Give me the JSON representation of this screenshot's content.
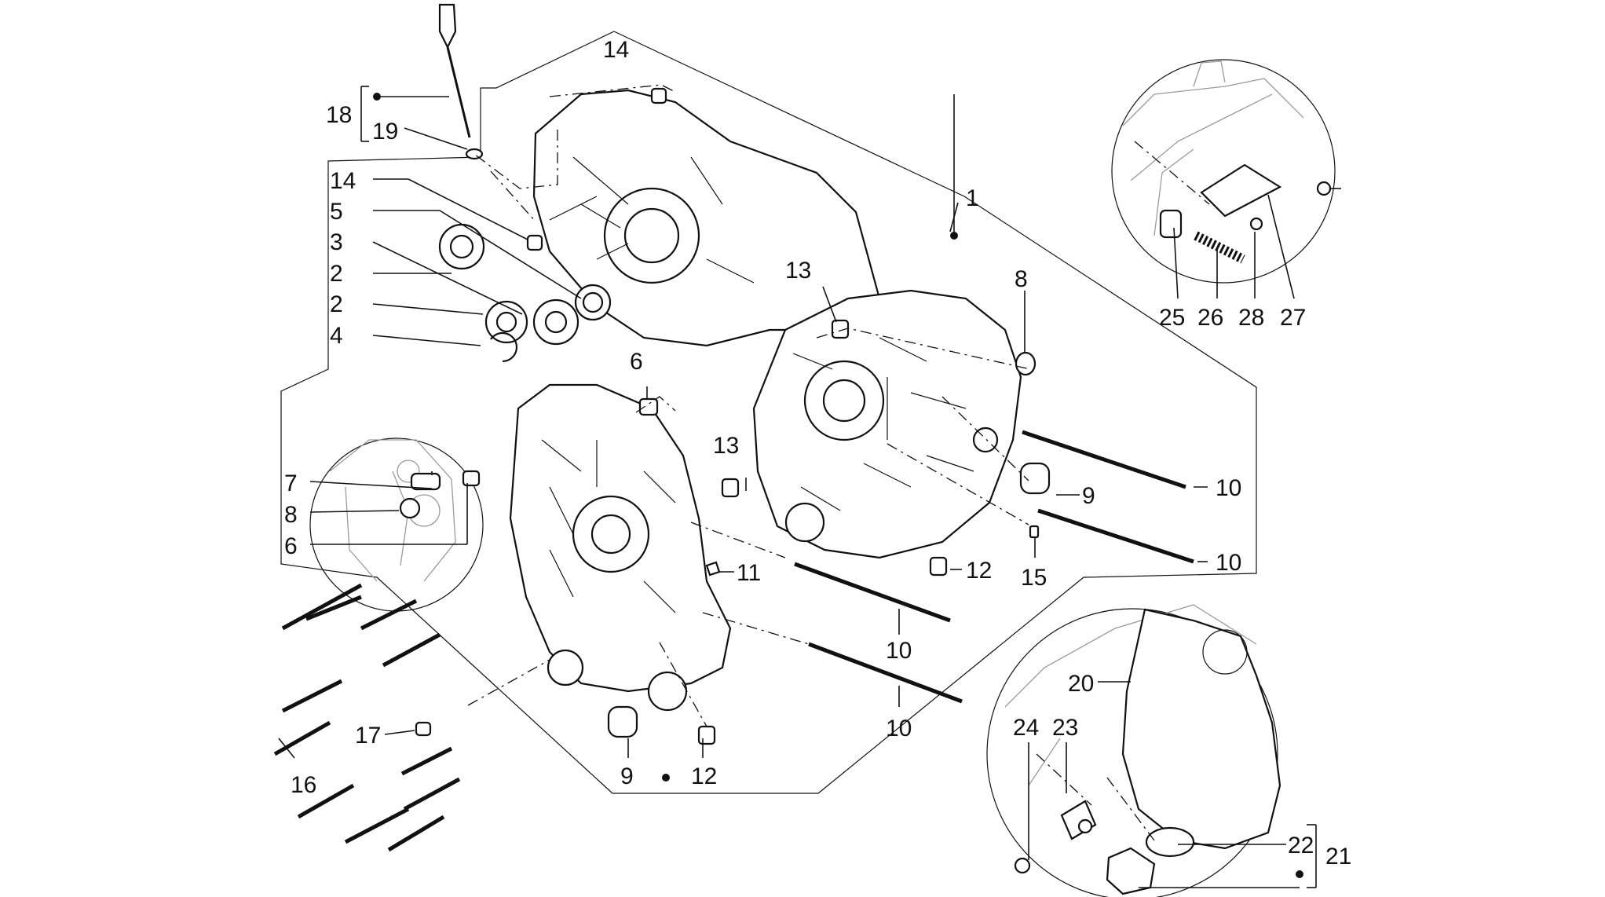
{
  "callouts": [
    {
      "id": "c1",
      "text": "1"
    },
    {
      "id": "c2a",
      "text": "2"
    },
    {
      "id": "c2b",
      "text": "2"
    },
    {
      "id": "c3",
      "text": "3"
    },
    {
      "id": "c4",
      "text": "4"
    },
    {
      "id": "c5",
      "text": "5"
    },
    {
      "id": "c6a",
      "text": "6"
    },
    {
      "id": "c6b",
      "text": "6"
    },
    {
      "id": "c7",
      "text": "7"
    },
    {
      "id": "c8a",
      "text": "8"
    },
    {
      "id": "c8b",
      "text": "8"
    },
    {
      "id": "c9a",
      "text": "9"
    },
    {
      "id": "c9b",
      "text": "9"
    },
    {
      "id": "c10a",
      "text": "10"
    },
    {
      "id": "c10b",
      "text": "10"
    },
    {
      "id": "c10c",
      "text": "10"
    },
    {
      "id": "c10d",
      "text": "10"
    },
    {
      "id": "c11",
      "text": "11"
    },
    {
      "id": "c12a",
      "text": "12"
    },
    {
      "id": "c12b",
      "text": "12"
    },
    {
      "id": "c13a",
      "text": "13"
    },
    {
      "id": "c13b",
      "text": "13"
    },
    {
      "id": "c14a",
      "text": "14"
    },
    {
      "id": "c14b",
      "text": "14"
    },
    {
      "id": "c15",
      "text": "15"
    },
    {
      "id": "c16",
      "text": "16"
    },
    {
      "id": "c17",
      "text": "17"
    },
    {
      "id": "c18",
      "text": "18"
    },
    {
      "id": "c19",
      "text": "19"
    },
    {
      "id": "c20",
      "text": "20"
    },
    {
      "id": "c21",
      "text": "21"
    },
    {
      "id": "c22",
      "text": "22"
    },
    {
      "id": "c23",
      "text": "23"
    },
    {
      "id": "c24",
      "text": "24"
    },
    {
      "id": "c25",
      "text": "25"
    },
    {
      "id": "c26",
      "text": "26"
    },
    {
      "id": "c27",
      "text": "27"
    },
    {
      "id": "c28",
      "text": "28"
    }
  ],
  "colors": {
    "ink": "#111111",
    "detail": "#9a9a9a",
    "background": "#ffffff"
  }
}
